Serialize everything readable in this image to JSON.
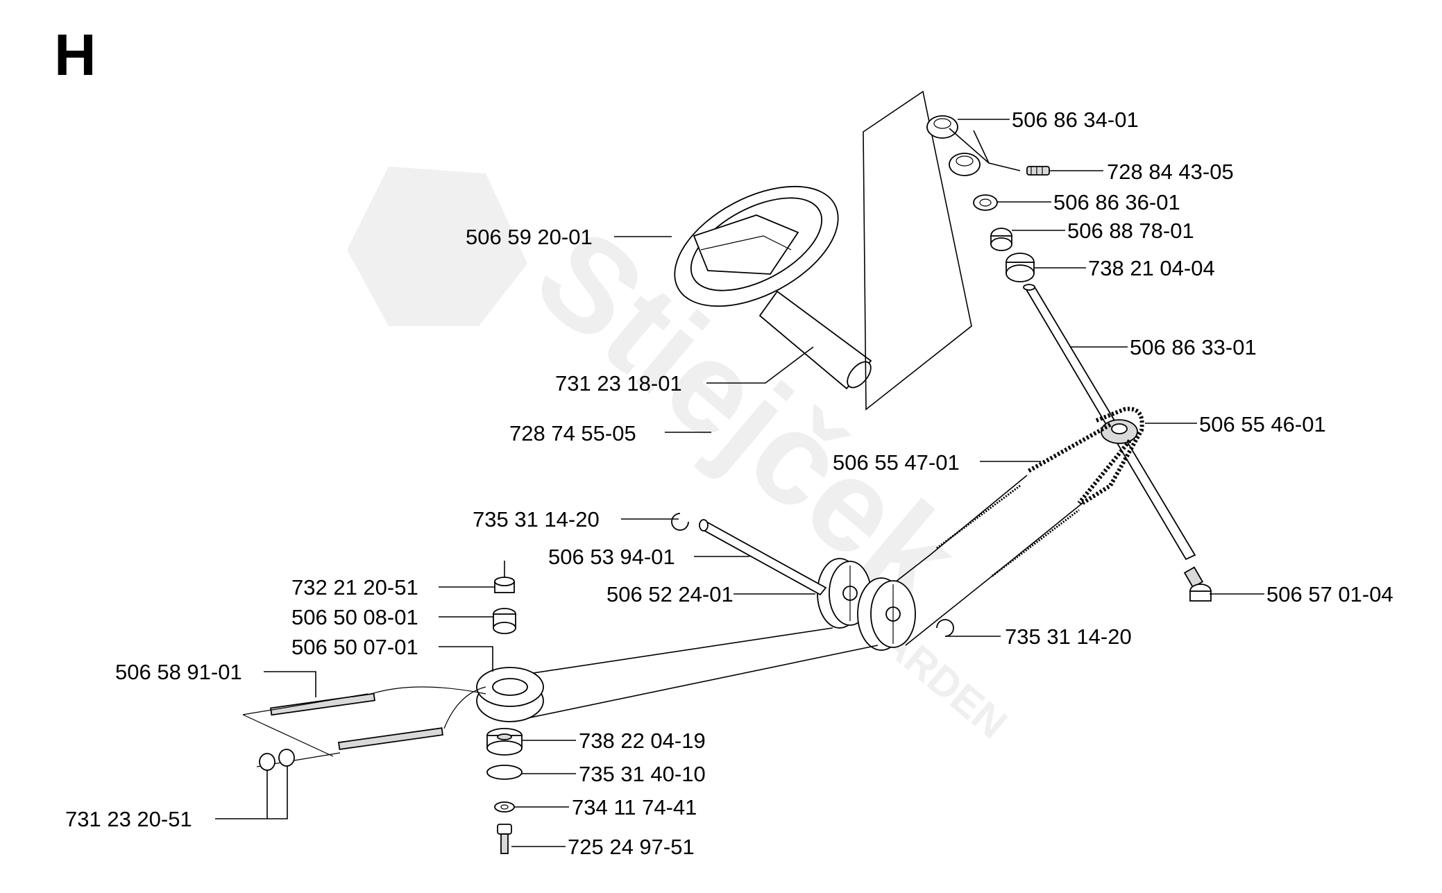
{
  "section_letter": "H",
  "watermark": {
    "brand": "Stiejček",
    "sub": "GARDEN"
  },
  "part_labels": [
    {
      "id": "p01",
      "number": "506 86 34-01"
    },
    {
      "id": "p02",
      "number": "728 84 43-05"
    },
    {
      "id": "p03",
      "number": "506 86 36-01"
    },
    {
      "id": "p04",
      "number": "506 88 78-01"
    },
    {
      "id": "p05",
      "number": "738 21 04-04"
    },
    {
      "id": "p06",
      "number": "506 59 20-01"
    },
    {
      "id": "p07",
      "number": "506 86 33-01"
    },
    {
      "id": "p08",
      "number": "731 23 18-01"
    },
    {
      "id": "p09",
      "number": "728 74 55-05"
    },
    {
      "id": "p10",
      "number": "506 55 46-01"
    },
    {
      "id": "p11",
      "number": "506 55 47-01"
    },
    {
      "id": "p12",
      "number": "735 31 14-20"
    },
    {
      "id": "p13",
      "number": "506 53 94-01"
    },
    {
      "id": "p14",
      "number": "732 21 20-51"
    },
    {
      "id": "p15",
      "number": "506 52 24-01"
    },
    {
      "id": "p16",
      "number": "506 57 01-04"
    },
    {
      "id": "p17",
      "number": "506 50 08-01"
    },
    {
      "id": "p18",
      "number": "735 31 14-20"
    },
    {
      "id": "p19",
      "number": "506 50 07-01"
    },
    {
      "id": "p20",
      "number": "506 58 91-01"
    },
    {
      "id": "p21",
      "number": "738 22 04-19"
    },
    {
      "id": "p22",
      "number": "735 31 40-10"
    },
    {
      "id": "p23",
      "number": "734 11 74-41"
    },
    {
      "id": "p24",
      "number": "731 23 20-51"
    },
    {
      "id": "p25",
      "number": "725 24 97-51"
    }
  ]
}
